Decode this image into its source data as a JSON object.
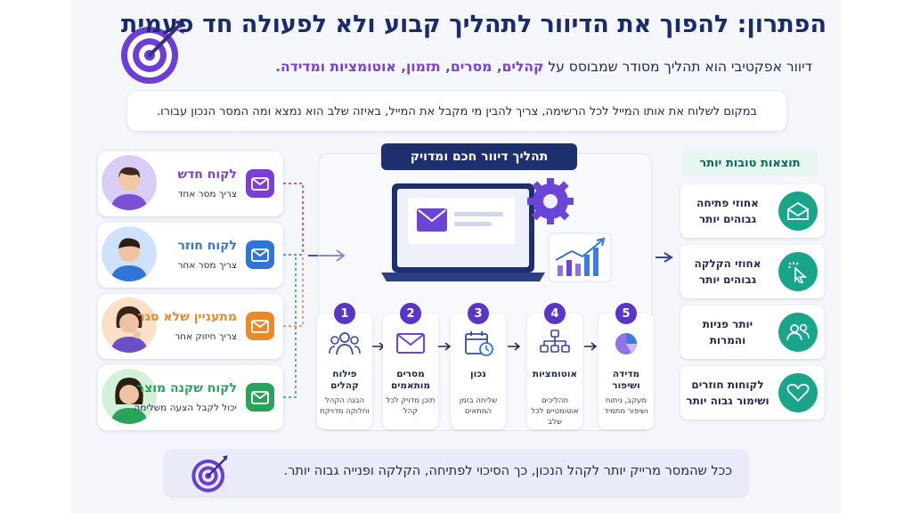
{
  "header": {
    "title": "הפתרון: להפוך את הדיוור לתהליך קבוע ולא לפעולה חד פעמית",
    "subtitle_prefix": "דיוור אפקטיבי הוא תהליך מסודר שמבוסס על ",
    "subtitle_highlight": "קהלים, מסרים, תזמון, אוטומציות ומדידה.",
    "intro": "במקום לשלוח את אותו המייל לכל הרשימה, צריך להבין מי מקבל את המייל, באיזה שלב הוא נמצא ומה המסר הנכון עבורו."
  },
  "audiences": [
    {
      "title": "לקוח חדש",
      "subtitle": "צריך מסר אחד",
      "color": "#7b3fd1"
    },
    {
      "title": "לקוח חוזר",
      "subtitle": "צריך מסר אחר",
      "color": "#2f74d8"
    },
    {
      "title": "מתעניין שלא סגר",
      "subtitle": "צריך חיזוק אחר",
      "color": "#e8892b"
    },
    {
      "title": "לקוח שקנה מוצר",
      "subtitle": "יכול לקבל הצעה משלימה",
      "color": "#2aa35a"
    }
  ],
  "process": {
    "label": "תהליך דיוור חכם ומדויק",
    "steps": [
      {
        "number": "1",
        "title": "פילוח קהלים",
        "desc": "הבנה הקהל וחלוקה מדויקת",
        "icon": "people-icon"
      },
      {
        "number": "2",
        "title": "מסרים מותאמים",
        "desc": "תוכן מדויק לכל קהל",
        "icon": "envelope-icon"
      },
      {
        "number": "3",
        "title": "נכון",
        "desc": "שליחה בזמן המתאים",
        "icon": "calendar-clock-icon"
      },
      {
        "number": "4",
        "title": "אוטומציות",
        "desc": "תהליכים אוטומטיים לכל שלב",
        "icon": "flow-icon"
      },
      {
        "number": "5",
        "title": "מדידה ושיפור",
        "desc": "מעקב, ניתוח ושיפור מתמיד",
        "icon": "pie-chart-icon"
      }
    ]
  },
  "results": {
    "label": "תוצאות טובות יותר",
    "items": [
      {
        "text": "אחוזי פתיחה גבוהים יותר",
        "icon": "open-mail-icon"
      },
      {
        "text": "אחוזי הקלקה גבוהים יותר",
        "icon": "click-icon"
      },
      {
        "text": "יותר פניות והמרות",
        "icon": "users-icon"
      },
      {
        "text": "לקוחות חוזרים ושימור גבוה יותר",
        "icon": "heart-icon"
      }
    ]
  },
  "footer": {
    "text": "ככל שהמסר מרייק יותר לקהל הנכון, כך הסיכוי לפתיחה, הקלקה ופנייה גבוה יותר."
  },
  "colors": {
    "navy": "#1e2f6e",
    "purple": "#5a35c9",
    "teal": "#18a58a"
  }
}
